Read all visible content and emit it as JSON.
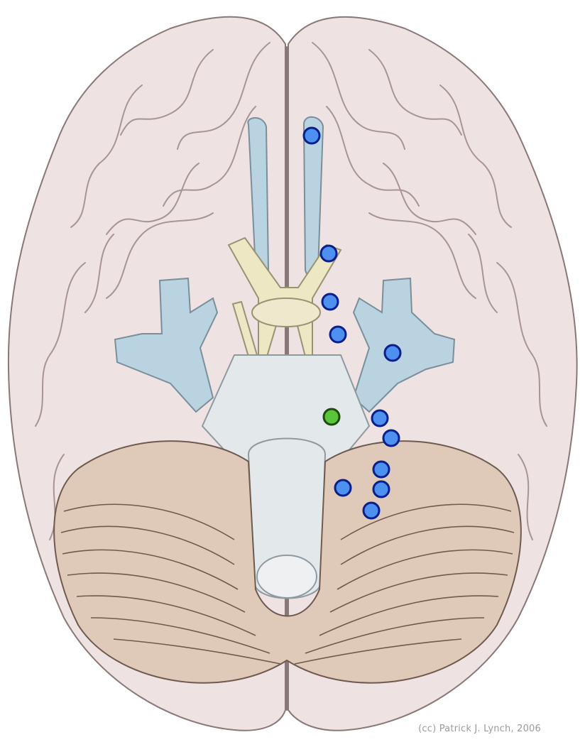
{
  "figure": {
    "credit": "(cc) Patrick J. Lynch, 2006"
  },
  "colors": {
    "cerebrum_fill": "#efe2e2",
    "cerebrum_stroke": "#8a7878",
    "cerebellum_fill": "#dfc9b8",
    "cerebellum_stroke": "#6e5a4f",
    "brainstem_fill": "#e3e8ea",
    "optic_fill": "#ede7c4",
    "vessel_fill": "#b9d3e0",
    "hotspot_blue": "#4d90f0",
    "hotspot_selected": "#5ac43a",
    "hotspot_stroke": "#0a1e8c",
    "hotspot_selected_stroke": "#1e4a10"
  },
  "hotspots": [
    {
      "id": "hotspot-1",
      "state": "default"
    },
    {
      "id": "hotspot-2",
      "state": "default"
    },
    {
      "id": "hotspot-3",
      "state": "default"
    },
    {
      "id": "hotspot-4",
      "state": "default"
    },
    {
      "id": "hotspot-5",
      "state": "default"
    },
    {
      "id": "hotspot-6",
      "state": "selected"
    },
    {
      "id": "hotspot-7",
      "state": "default"
    },
    {
      "id": "hotspot-8",
      "state": "default"
    },
    {
      "id": "hotspot-9",
      "state": "default"
    },
    {
      "id": "hotspot-10",
      "state": "default"
    },
    {
      "id": "hotspot-11",
      "state": "default"
    },
    {
      "id": "hotspot-12",
      "state": "default"
    }
  ]
}
